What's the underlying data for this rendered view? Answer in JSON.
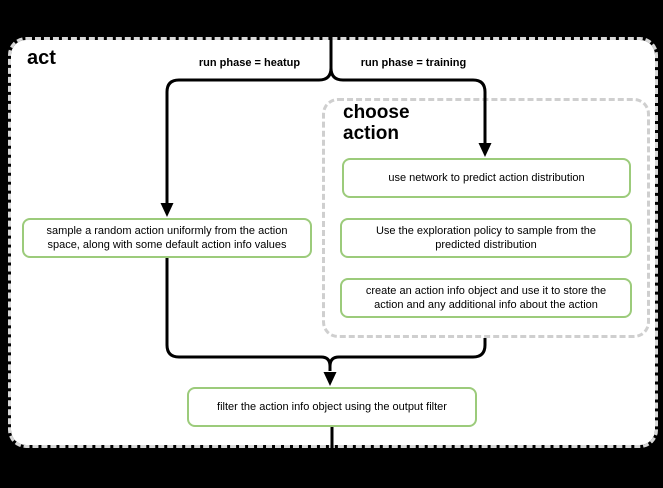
{
  "diagram": {
    "title": "act",
    "group": {
      "title": "choose action"
    },
    "edge_labels": {
      "heatup": "run phase = heatup",
      "training": "run phase = training"
    },
    "nodes": {
      "sample_random": {
        "label": "sample a random action uniformly from the action space, along with some default action info values"
      },
      "use_network": {
        "label": "use network to predict action distribution"
      },
      "exploration_policy": {
        "label": "Use the exploration policy to sample from the predicted distribution"
      },
      "create_action_info": {
        "label": "create an action info object and use it to store the action and any additional info about the action"
      },
      "filter_output": {
        "label": "filter the action info object using the output filter"
      }
    },
    "colors": {
      "background": "#000000",
      "surface": "#ffffff",
      "container_border": "#d8d8d8",
      "group_border": "#cfcfcf",
      "node_border": "#9ccb7b",
      "edge": "#000000"
    }
  }
}
